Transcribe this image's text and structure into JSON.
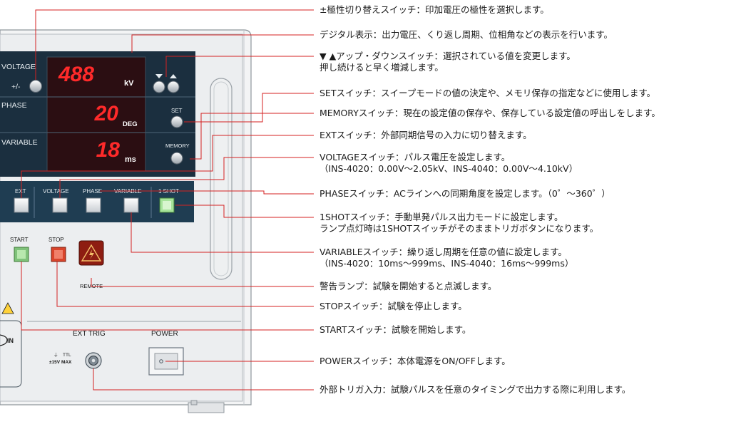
{
  "panel": {
    "colors": {
      "bezel": "#e9eaec",
      "display_bg": "#1b2f3f",
      "led": "#ff2a2a",
      "button_row_bg": "#1f3d52",
      "start_lamp": "#5cb85c",
      "stop_lamp": "#d9442b",
      "warning_lamp": "#8e1d12"
    },
    "labels": {
      "voltage": "VOLTAGE",
      "plus_minus": "+/-",
      "phase": "PHASE",
      "variable": "VARIABLE",
      "set": "SET",
      "memory": "MEMORY",
      "ext": "EXT",
      "btn_voltage": "VOLTAGE",
      "btn_phase": "PHASE",
      "btn_variable": "VARIABLE",
      "btn_oneshot": "1 SHOT",
      "start": "START",
      "stop": "STOP",
      "remote": "REMOTE",
      "in": "IN",
      "ext_trig": "EXT TRIG",
      "power": "POWER",
      "ttl": "TTL",
      "ttl_max": "±15V MAX"
    },
    "displays": {
      "voltage": {
        "value": "488",
        "unit": "kV"
      },
      "phase": {
        "value": "20",
        "unit": "DEG"
      },
      "variable": {
        "value": "18",
        "unit": "ms"
      }
    },
    "icons": [
      "arrow-down-icon",
      "arrow-up-icon",
      "lightning-icon",
      "warning-triangle-icon",
      "bnc-connector-icon",
      "power-switch-icon"
    ]
  },
  "callouts": [
    {
      "id": "polarity",
      "lines": [
        "±極性切り替えスイッチ：印加電圧の極性を選択します。"
      ]
    },
    {
      "id": "digital",
      "lines": [
        "デジタル表示：出力電圧、くり返し周期、位相角などの表示を行います。"
      ]
    },
    {
      "id": "updown",
      "lines": [
        "▼ ▲アップ・ダウンスイッチ：選択されている値を変更します。",
        "押し続けると早く増減します。"
      ]
    },
    {
      "id": "set",
      "lines": [
        "SETスイッチ：スイープモードの値の決定や、メモリ保存の指定などに使用します。"
      ]
    },
    {
      "id": "memory",
      "lines": [
        "MEMORYスイッチ：現在の設定値の保存や、保存している設定値の呼出しをします。"
      ]
    },
    {
      "id": "ext",
      "lines": [
        "EXTスイッチ：外部同期信号の入力に切り替えます。"
      ]
    },
    {
      "id": "voltage",
      "lines": [
        "VOLTAGEスイッチ：パルス電圧を設定します。",
        "（INS-4020：0.00V～2.05kV、INS-4040：0.00V～4.10kV）"
      ]
    },
    {
      "id": "phase",
      "lines": [
        "PHASEスイッチ：ACラインへの同期角度を設定します。（0゜～360゜）"
      ]
    },
    {
      "id": "oneshot",
      "lines": [
        "1SHOTスイッチ：手動単発パルス出力モードに設定します。",
        "ランプ点灯時は1SHOTスイッチがそのままトリガボタンになります。"
      ]
    },
    {
      "id": "variable",
      "lines": [
        "VARIABLEスイッチ：繰り返し周期を任意の値に設定します。",
        "（INS-4020：10ms～999ms、INS-4040：16ms～999ms）"
      ]
    },
    {
      "id": "warning",
      "lines": [
        "警告ランプ：試験を開始すると点滅します。"
      ]
    },
    {
      "id": "stop",
      "lines": [
        "STOPスイッチ：試験を停止します。"
      ]
    },
    {
      "id": "start",
      "lines": [
        "STARTスイッチ：試験を開始します。"
      ]
    },
    {
      "id": "power",
      "lines": [
        "POWERスイッチ：本体電源をON/OFFします。"
      ]
    },
    {
      "id": "exttrig",
      "lines": [
        "外部トリガ入力：試験パルスを任意のタイミングで出力する際に利用します。"
      ]
    }
  ]
}
